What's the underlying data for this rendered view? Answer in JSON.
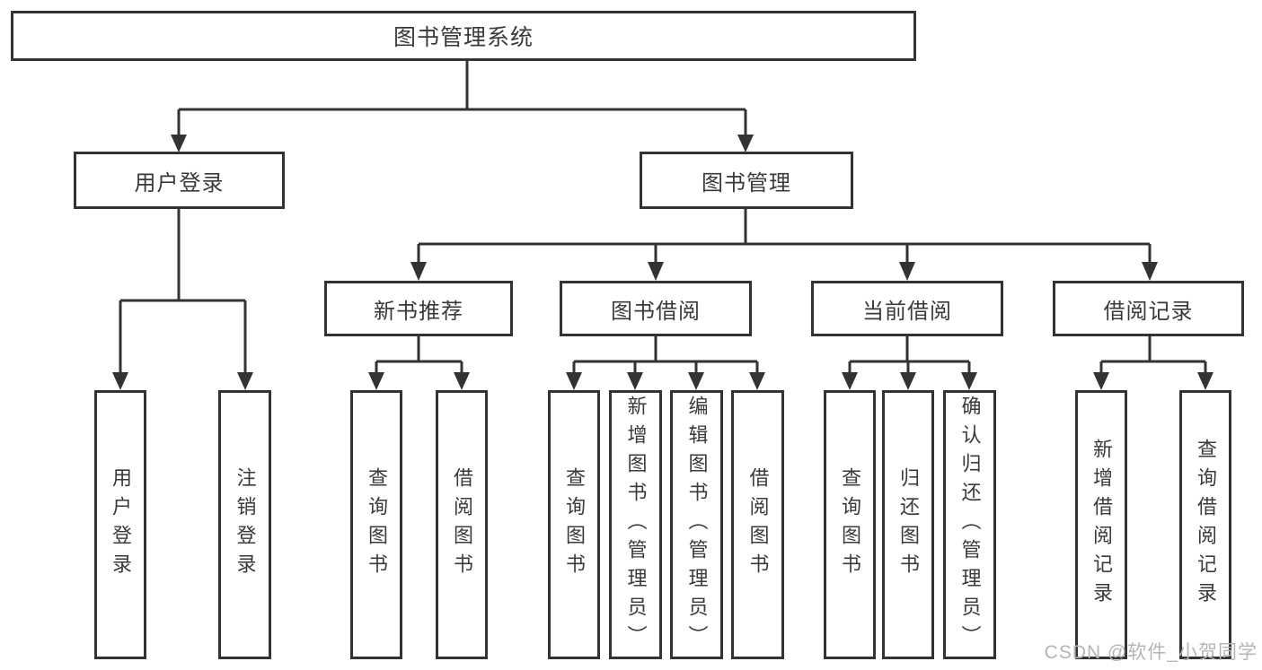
{
  "colors": {
    "line": "#333333",
    "text": "#3a3a3a",
    "watermark": "#b5b5b5",
    "background": "#ffffff"
  },
  "watermark": {
    "text": "CSDN @软件_小贺同学"
  },
  "tree": {
    "label": "图书管理系统",
    "children": [
      {
        "label": "用户登录",
        "children": [
          {
            "label": "用户登录"
          },
          {
            "label": "注销登录"
          }
        ]
      },
      {
        "label": "图书管理",
        "children": [
          {
            "label": "新书推荐",
            "children": [
              {
                "label": "查询图书"
              },
              {
                "label": "借阅图书"
              }
            ]
          },
          {
            "label": "图书借阅",
            "children": [
              {
                "label": "查询图书"
              },
              {
                "label": "新增图书（管理员）"
              },
              {
                "label": "编辑图书（管理员）"
              },
              {
                "label": "借阅图书"
              }
            ]
          },
          {
            "label": "当前借阅",
            "children": [
              {
                "label": "查询图书"
              },
              {
                "label": "归还图书"
              },
              {
                "label": "确认归还（管理员）"
              }
            ]
          },
          {
            "label": "借阅记录",
            "children": [
              {
                "label": "新增借阅记录"
              },
              {
                "label": "查询借阅记录"
              }
            ]
          }
        ]
      }
    ]
  }
}
